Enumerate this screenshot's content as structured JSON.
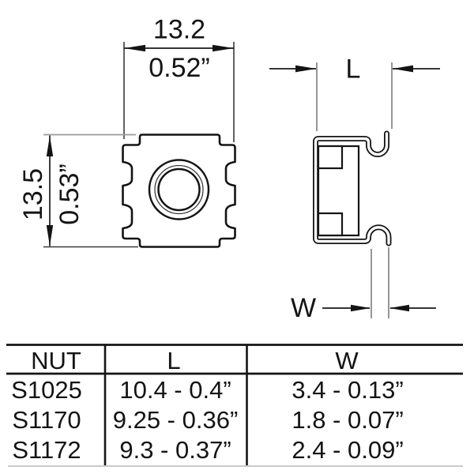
{
  "drawing": {
    "front_view": {
      "width_mm": "13.2",
      "width_in": "0.52”",
      "height_mm": "13.5",
      "height_in": "0.53”"
    },
    "side_view": {
      "length_label": "L",
      "width_label": "W"
    }
  },
  "table": {
    "headers": [
      "NUT",
      "L",
      "W"
    ],
    "rows": [
      {
        "nut": "S1025",
        "l": "10.4 - 0.4”",
        "w": "3.4 - 0.13”"
      },
      {
        "nut": "S1170",
        "l": "9.25 - 0.36”",
        "w": "1.8 - 0.07”"
      },
      {
        "nut": "S1172",
        "l": "9.3 - 0.37”",
        "w": "2.4 - 0.09”"
      }
    ]
  },
  "colors": {
    "line": "#141414",
    "dimension": "#3a3a3a",
    "light_extension": "#9a9a9a",
    "table_bottom_rule": "#c9c9c9",
    "background": "#ffffff"
  }
}
